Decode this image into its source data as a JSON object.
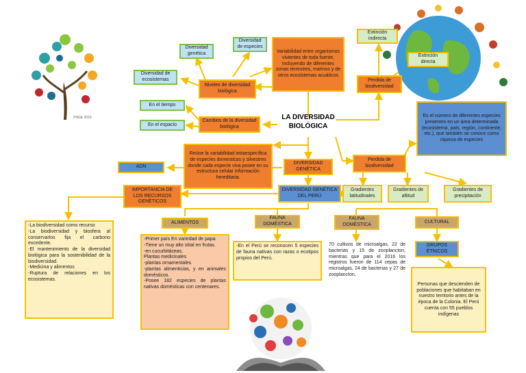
{
  "center_title": "LA DIVERSIDAD BIOLÓGICA",
  "niveles": {
    "label": "Niveles de diversidad biológica",
    "genetica": "Diversidad genética",
    "especies": "Diversidad de especies",
    "ecosistemas": "Diversidad de ecosistemas"
  },
  "variabilidad": "Variabilidad entre organismos vivientes de toda fuente, incluyendo de diferentes zonas terrestres, marinos y de otros ecosistemas acuáticos",
  "cambios": {
    "label": "Cambios de la diversidad biológica",
    "tiempo": "En el tiempo",
    "espacio": "En el espacio"
  },
  "perdida_top": {
    "label": "Perdida de biodiversidad",
    "extincion_indirecta": "Extinción indirecta",
    "extincion_directa": "Extinción directa"
  },
  "perdida_right": {
    "label": "Perdida de biodiversidad",
    "description": "Es el número de diferentes especies presentes en un área determinada (ecosistema, país, región, continente, etc.), que también se conoce como riqueza de especies",
    "gradientes": [
      "Gradientes latitudinales",
      "Gradientes de altitud",
      "Gradientes de precipitación"
    ]
  },
  "reune": "Reúne la variabilidad intraespecífica de especies domesticas y silvestres donde cada especie viva posee en su estructura celular información hereditaria.",
  "adn": "ADN",
  "diversidad_genetica": "DIVERSIDAD GENÉTICA",
  "diversidad_peru": "DIVERSIDAD GENÉTICA DEL PERÚ",
  "importancia": {
    "label": "IMPORTANCIA DE LOS RECURSOS GENÉTICOS",
    "text": "-La biodiversidad como recurso\n-La biodiversidad y biosfera al conservarlos fija el carbono excedente.\n-El mantenimiento de la diversidad biológica para la sostenibilidad de la biodiversidad.\n-Medicina y alimentos\n-Ruptura de relaciones en los ecosistemas."
  },
  "alimentos": {
    "label": "ALIMENTOS",
    "text": "-Primer país En variedad de papa\n-Tiene un muy alto sitial en frutas.\n-en cucurbitáceas.\nPlantas medicinales\n-plantas ornamentales\n-plantas alimenticias, y en animales domésticos.\n-Posee 182 especies de plantas nativas domésticas con centenares."
  },
  "fauna1": {
    "label": "FAUNA DOMÉSTICA",
    "text": "-En el Perú se reconocen 5 especies de fauna nativas con razas o ecotipos propios del Perú."
  },
  "fauna2": {
    "label": "FAUNA DOMÉSTICA",
    "text": "70 cultivos de microalgas, 22 de bacterias y 15 de zooplancton, mientras que para el 2016 los registros fueron de 114 cepas de microalgas, 24 de bacterias y 27 de zooplancton."
  },
  "cultural": {
    "label": "CULTURAL",
    "grupos": "GRUPOS ÉTNICOS",
    "text": "Personas que descienden de poblaciones que habitaban en nuestro territorio antes de la época de la Colonia. El Perú cuenta con 55 pueblos indígenas"
  },
  "tree_caption": "PNGE 2016",
  "colors": {
    "orange": "#ef7e2e",
    "border": "#f5c000",
    "connector": "#f5c000"
  }
}
